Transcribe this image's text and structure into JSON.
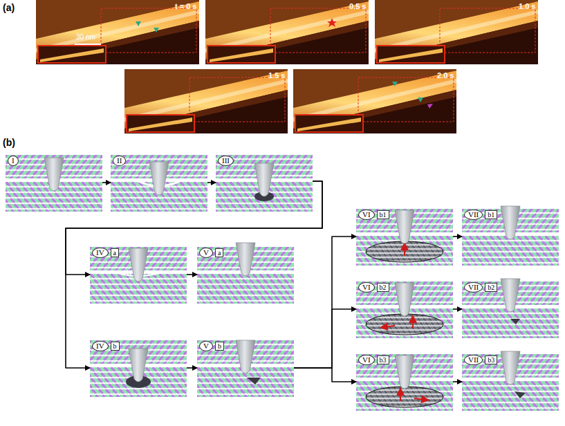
{
  "diagram": {
    "nodes": [
      {
        "text": [
          "I"
        ]
      },
      {
        "text": [
          "II"
        ]
      },
      {
        "text": [
          "III"
        ]
      },
      {
        "text": [
          "IV",
          "a"
        ]
      },
      {
        "text": [
          "V",
          "a"
        ]
      },
      {
        "text": [
          "IV",
          "b"
        ]
      },
      {
        "text": [
          "V",
          "b"
        ]
      },
      {
        "text": [
          "VI",
          "b1"
        ]
      },
      {
        "text": [
          "VII",
          "b1"
        ]
      },
      {
        "text": [
          "VI",
          "b2"
        ]
      },
      {
        "text": [
          "VII",
          "b2"
        ]
      },
      {
        "text": [
          "VI",
          "b3"
        ]
      },
      {
        "text": [
          "VII",
          "b3"
        ]
      }
    ],
    "edges": [
      {
        "from": 0,
        "to": 1,
        "arrow": "to"
      },
      {
        "from": 1,
        "to": 2,
        "arrow": "to"
      },
      {
        "from": 2,
        "to": 3,
        "arrow": "to"
      },
      {
        "from": 2,
        "to": 5,
        "arrow": "to"
      },
      {
        "from": 3,
        "to": 4,
        "arrow": "to"
      },
      {
        "from": 5,
        "to": 6,
        "arrow": "to"
      },
      {
        "from": 6,
        "to": 7,
        "arrow": "to"
      },
      {
        "from": 6,
        "to": 9,
        "arrow": "to"
      },
      {
        "from": 6,
        "to": 11,
        "arrow": "to"
      },
      {
        "from": 7,
        "to": 8,
        "arrow": "to"
      },
      {
        "from": 9,
        "to": 10,
        "arrow": "to"
      },
      {
        "from": 11,
        "to": 12,
        "arrow": "to"
      }
    ],
    "labels": [
      "(a)",
      "t = 0 s",
      "0.5 s",
      "1.0 s",
      "1.5 s",
      "2.0 s",
      "30 nm",
      "(b)"
    ]
  }
}
